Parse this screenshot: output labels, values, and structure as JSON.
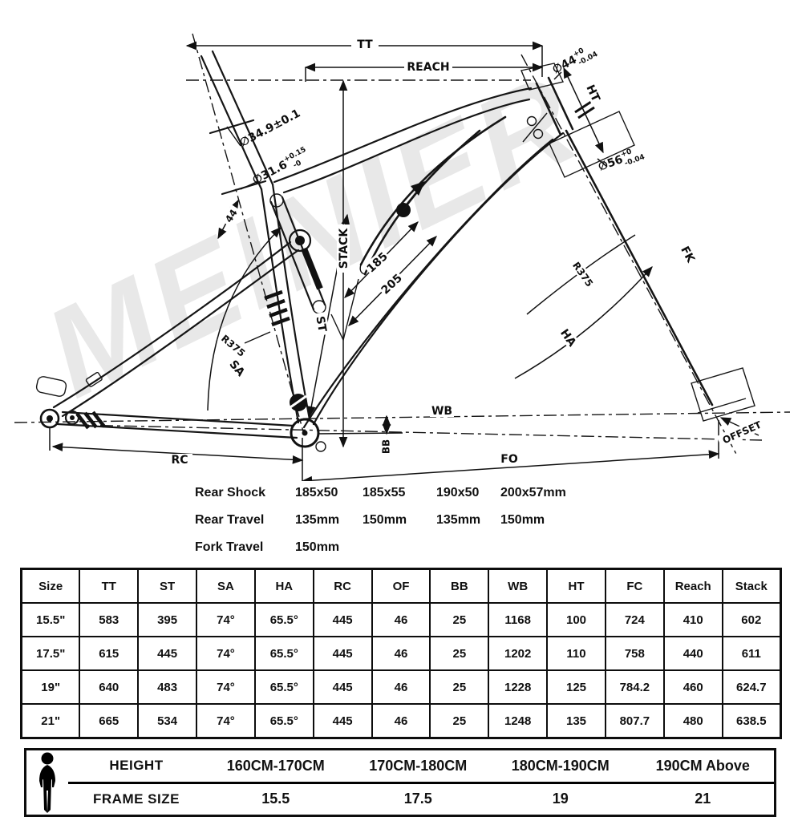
{
  "watermark": "MEINIER",
  "diagram": {
    "labels": {
      "tt": "TT",
      "reach": "REACH",
      "stack": "STACK",
      "st": "ST",
      "sa": "SA",
      "ha": "HA",
      "ht": "HT",
      "fk": "FK",
      "wb": "WB",
      "rc": "RC",
      "bb": "BB",
      "fo": "FO",
      "offset": "OFFSET",
      "r375_left": "R375",
      "r375_right": "R375",
      "len185": "185",
      "len205": "205",
      "len44": "44",
      "seatpost_dia": "∅34.9±0.1",
      "seattube_dia_main": "∅31.6",
      "seattube_dia_sup": "+0.15",
      "seattube_dia_sub": "-0",
      "headset_top_main": "∅44",
      "headset_top_sup": "+0",
      "headset_top_sub": "-0.04",
      "headset_bottom_main": "∅56",
      "headset_bottom_sup": "+0",
      "headset_bottom_sub": "-0.04"
    }
  },
  "shock_specs": {
    "rows": [
      {
        "label": "Rear Shock",
        "values": [
          "185x50",
          "185x55",
          "190x50",
          "200x57mm"
        ]
      },
      {
        "label": "Rear Travel",
        "values": [
          "135mm",
          "150mm",
          "135mm",
          "150mm"
        ]
      },
      {
        "label": "Fork Travel",
        "values": [
          "150mm",
          "",
          "",
          ""
        ]
      }
    ]
  },
  "geometry_table": {
    "headers": [
      "Size",
      "TT",
      "ST",
      "SA",
      "HA",
      "RC",
      "OF",
      "BB",
      "WB",
      "HT",
      "FC",
      "Reach",
      "Stack"
    ],
    "rows": [
      [
        "15.5\"",
        "583",
        "395",
        "74°",
        "65.5°",
        "445",
        "46",
        "25",
        "1168",
        "100",
        "724",
        "410",
        "602"
      ],
      [
        "17.5\"",
        "615",
        "445",
        "74°",
        "65.5°",
        "445",
        "46",
        "25",
        "1202",
        "110",
        "758",
        "440",
        "611"
      ],
      [
        "19\"",
        "640",
        "483",
        "74°",
        "65.5°",
        "445",
        "46",
        "25",
        "1228",
        "125",
        "784.2",
        "460",
        "624.7"
      ],
      [
        "21\"",
        "665",
        "534",
        "74°",
        "65.5°",
        "445",
        "46",
        "25",
        "1248",
        "135",
        "807.7",
        "480",
        "638.5"
      ]
    ]
  },
  "size_table": {
    "rows": [
      {
        "label": "HEIGHT",
        "values": [
          "160CM-170CM",
          "170CM-180CM",
          "180CM-190CM",
          "190CM Above"
        ]
      },
      {
        "label": "FRAME SIZE",
        "values": [
          "15.5",
          "17.5",
          "19",
          "21"
        ]
      }
    ]
  }
}
